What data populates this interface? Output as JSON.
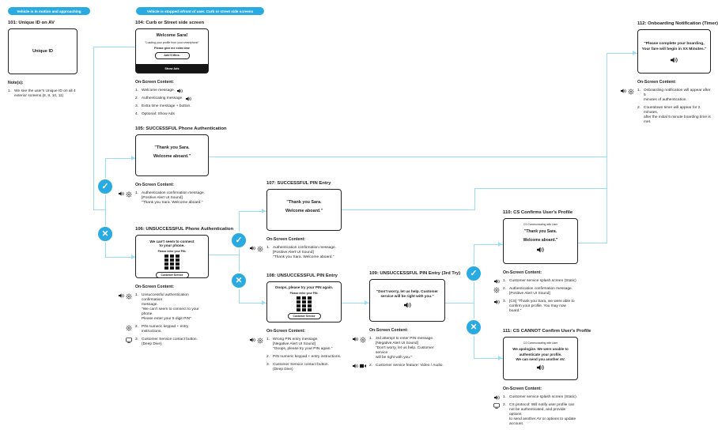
{
  "banners": {
    "motion": "Vehicle is in motion and approaching",
    "stopped": "Vehicle is stopped infront of user. Curb or street side screens"
  },
  "glyphs": {
    "check": "✓",
    "cross": "✕"
  },
  "icon_names": [
    "speaker-icon",
    "alert-ui-sound-icon",
    "deep-dive-screen-icon",
    "video-camera-icon"
  ],
  "colors": {
    "accent_blue": "#29abe2",
    "connector_blue": "#9bdcf5",
    "ink": "#1c1c1c"
  },
  "nodes": {
    "n101": {
      "title": "101: Unique ID on AV",
      "screen": {
        "label": "Unique ID"
      },
      "notes_header": "Note(s):",
      "items": [
        {
          "num": "1.",
          "text": "We see the user's Unique ID on all 4\nexterior screens (8, 9, 10, 11)"
        }
      ]
    },
    "n104": {
      "title": "104: Curb or Street side screen",
      "screen": {
        "heading": "Welcome Sara!",
        "loading": "\"Loading your profile from your smartphone\"",
        "extra_time": "Please give me extra time",
        "add_button": "Add 5 Mins.",
        "ads_bar": "Show Ads"
      },
      "content_header": "On-Screen Content:",
      "items": [
        {
          "num": "1.",
          "text": "Welcome message."
        },
        {
          "num": "2.",
          "text": "Authenticating message."
        },
        {
          "num": "3.",
          "text": "Extra time message + button."
        },
        {
          "num": "4.",
          "text": "Optional: Show Ads"
        }
      ]
    },
    "n105": {
      "title": "105: SUCCESSFUL Phone Authentication",
      "screen": {
        "message": "\"Thank you Sara.\nWelcome aboard.\""
      },
      "content_header": "On-Screen Content:",
      "items": [
        {
          "num": "1.",
          "text": "Authentication confirmation message.\n[Positive Alert UI Sound]\n\"Thank you Sara. Welcome aboard.\""
        }
      ]
    },
    "n106": {
      "title": "106: UNSUCCESSFUL Phone Authentication",
      "screen": {
        "heading": "We can't seem to connect\nto your phone.",
        "pin_label": "Please enter your PIN.",
        "cs_button": "Customer Service"
      },
      "content_header": "On-Screen Content:",
      "items": [
        {
          "num": "1.",
          "text": "Unsuccessful authentication confirmation\nmessage.\n\"We can't seem to connect to your phone.\nPlease enter your 5 digit PIN\""
        },
        {
          "num": "2.",
          "text": "PIN numeric keypad + entry instructions."
        },
        {
          "num": "3.",
          "text": "Customer Service contact button.\n(Deep Dive)"
        }
      ]
    },
    "n107": {
      "title": "107: SUCCESSFUL PIN Entry",
      "screen": {
        "message": "\"Thank you Sara.\nWelcome aboard.\""
      },
      "content_header": "On-Screen Content:",
      "items": [
        {
          "num": "1.",
          "text": "Authentication confirmation message.\n[Positive Alert UI Sound]\n\"Thank you Sara. Welcome aboard.\""
        }
      ]
    },
    "n108": {
      "title": "108: UNSUCCESSFUL PIN Entry",
      "screen": {
        "heading": "Ooops, please try your PIN again.",
        "pin_label": "Please enter your PIN.",
        "cs_button": "Customer Service"
      },
      "content_header": "On-Screen Content:",
      "items": [
        {
          "num": "1.",
          "text": "Wrong PIN entry message.\n[Negative Alert UI Sound]\n\"Ooops, please try your PIN again.\""
        },
        {
          "num": "2.",
          "text": "PIN numeric keypad + entry instructions."
        },
        {
          "num": "3.",
          "text": "Customer Service contact button.\n(Deep Dive)"
        }
      ]
    },
    "n109": {
      "title": "109: UNSUCCESSFUL PIN Entry (3rd Try)",
      "screen": {
        "message": "\"Don't worry, let us help. Customer\nservice will be right with you.\""
      },
      "content_header": "On-Screen Content:",
      "items": [
        {
          "num": "1.",
          "text": "3rd attempt to enter PIN message.\n[Negative Alert UI Sound]\n\"Don't worry, let us help. Customer service\nwill be right with you.\""
        },
        {
          "num": "2.",
          "text": "Customer service feature: Video / Audio."
        }
      ]
    },
    "n110": {
      "title": "110: CS Confirms User's Profile",
      "screen": {
        "cs_label": "CS Communicating with User",
        "message": "\"Thank you Sara.\nWelcome aboard.\""
      },
      "content_header": "On-Screen Content:",
      "items": [
        {
          "num": "1.",
          "text": "Customer service splash screen (Static)"
        },
        {
          "num": "2.",
          "text": "Authentication confirmation message.\n[Positive Alert UI Sound]"
        },
        {
          "num": "3.",
          "text": "[CS] \"Thank you Sara, we were able to\nconfirm your profile. You may now board.\""
        }
      ]
    },
    "n111": {
      "title": "111: CS CANNOT Confirm User's Profile",
      "screen": {
        "cs_label": "CS Communicating with User",
        "message": "We apologize. We were unable to\nauthenticate your profile.\nWe can send you another AV."
      },
      "content_header": "On-Screen Content:",
      "items": [
        {
          "num": "1.",
          "text": "Customer service splash screen (Static)."
        },
        {
          "num": "2.",
          "text": "CS protocol: Will notify user profile can\nnot be authenticated, and provide options\nto send another AV or options to update\naccount."
        }
      ]
    },
    "n112": {
      "title": "112: Onboarding Notification (Timer)",
      "screen": {
        "message": "\"Please complete your boarding,\nYour fare will begin in XX Minutes.\""
      },
      "content_header": "On-Screen Content:",
      "items": [
        {
          "num": "1.",
          "text": "Onboarding notification will appear after 5\nminutes of authentication."
        },
        {
          "num": "2.",
          "text": "Countdown timer will appear for 2 minutes,\nafter the initial 5 minute boarding time is\nmet."
        }
      ]
    }
  }
}
